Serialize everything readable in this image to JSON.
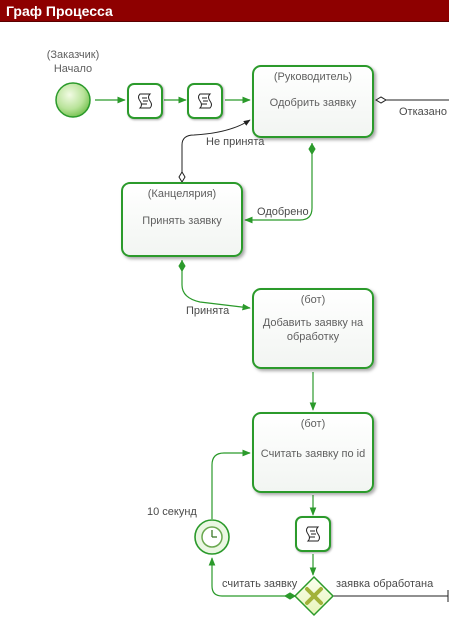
{
  "header": {
    "title": "Граф Процесса"
  },
  "start_event": {
    "role": "(Заказчик)",
    "label": "Начало"
  },
  "tasks": [
    {
      "role": "(Руководитель)",
      "name": "Одобрить заявку"
    },
    {
      "role": "(Канцелярия)",
      "name": "Принять заявку"
    },
    {
      "role": "(бот)",
      "name": "Добавить заявку на обработку"
    },
    {
      "role": "(бот)",
      "name": "Считать заявку по id"
    }
  ],
  "timer_event": {
    "label": "10 секунд"
  },
  "flow_labels": {
    "rejected": "Отказано",
    "not_accepted": "Не принята",
    "approved": "Одобрено",
    "accepted": "Принята",
    "read_request": "считать заявку",
    "request_processed": "заявка обработана"
  },
  "colors": {
    "header": "#8e0000",
    "flow": "#2b9a2b",
    "border": "#2b9a2b"
  },
  "icons": [
    "script-icon",
    "timer-icon",
    "gateway-x-icon"
  ]
}
